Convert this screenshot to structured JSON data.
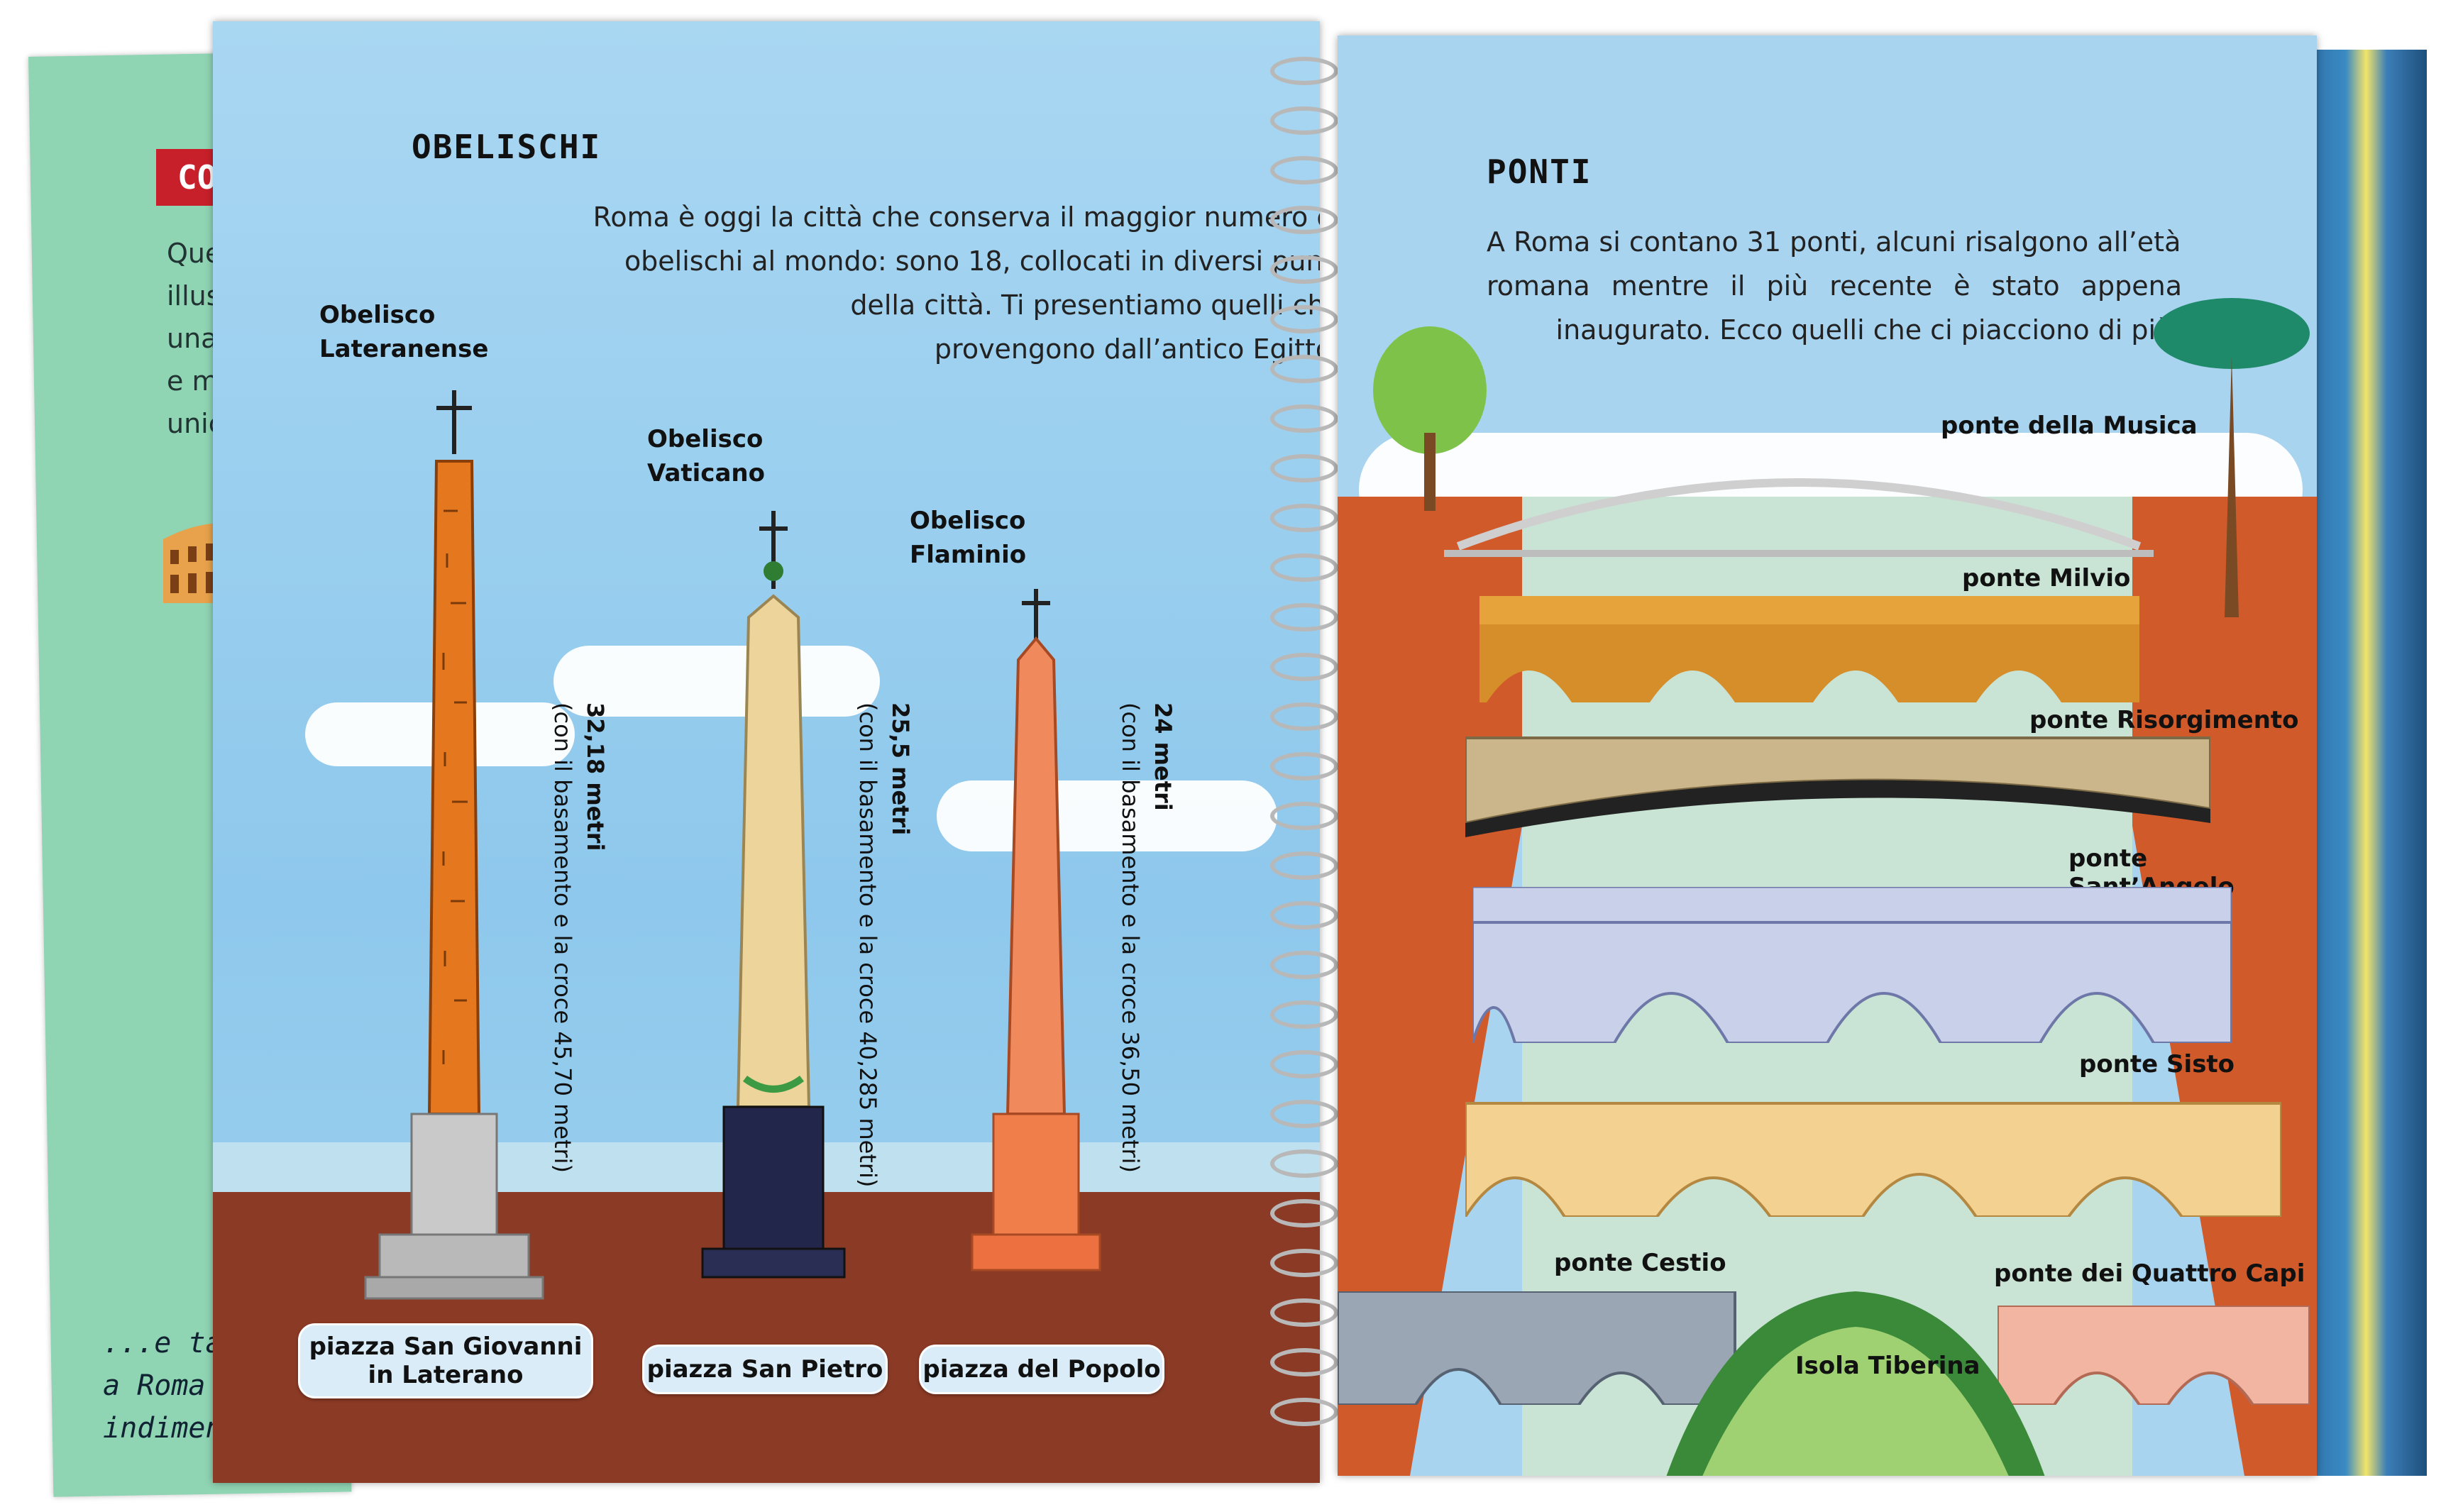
{
  "back_page": {
    "banner": "COSA",
    "lines": [
      "Questa",
      "illustrat",
      "una racc",
      "e monum",
      "unica al"
    ],
    "bottom_lines": [
      "...e tant",
      "a Roma",
      "indimen"
    ]
  },
  "left_page": {
    "title": "OBELISCHI",
    "intro_lines": [
      "Roma è oggi la città che conserva il maggior numero di",
      "obelischi al mondo: sono 18, collocati in diversi punti",
      "della città. Ti presentiamo quelli che",
      "provengono dall’antico Egitto:"
    ],
    "obelisks": [
      {
        "name_lines": [
          "Obelisco",
          "Lateranense"
        ],
        "height_main": "32,18 metri",
        "height_detail": "(con il basamento e la croce 45,70 metri)",
        "location_lines": [
          "piazza San Giovanni",
          "in Laterano"
        ],
        "color": "#e5781f"
      },
      {
        "name_lines": [
          "Obelisco",
          "Vaticano"
        ],
        "height_main": "25,5 metri",
        "height_detail": "(con il basamento e la croce 40,285 metri)",
        "location_lines": [
          "piazza San Pietro"
        ],
        "color": "#ecd49a"
      },
      {
        "name_lines": [
          "Obelisco",
          "Flaminio"
        ],
        "height_main": "24 metri",
        "height_detail": "(con il basamento e la croce 36,50 metri)",
        "location_lines": [
          "piazza del Popolo"
        ],
        "color": "#f08a5d"
      }
    ]
  },
  "right_page": {
    "title": "PONTI",
    "intro_lines": [
      "A Roma si contano 31 ponti, alcuni risalgono all’età",
      "romana mentre il più recente è stato appena",
      "inaugurato. Ecco quelli che ci piacciono di più:"
    ],
    "bridges": [
      {
        "label": "ponte della Musica",
        "color": "#d4d4d4"
      },
      {
        "label": "ponte Milvio",
        "color": "#e6a33c"
      },
      {
        "label": "ponte Risorgimento",
        "color": "#cbb58a"
      },
      {
        "label": "ponte Sant’Angelo",
        "color": "#c9d0ea"
      },
      {
        "label": "ponte Sisto",
        "color": "#f3d191"
      },
      {
        "label": "ponte Cestio",
        "color": "#9aa6b4"
      },
      {
        "label": "ponte dei Quattro Capi",
        "color": "#f2b5a2"
      }
    ],
    "island_label": "Isola Tiberina"
  },
  "colors": {
    "sky": "#9fd0ee",
    "ground": "#8b3a25",
    "river": "#c9e3d5",
    "bank": "#d15a2a",
    "banner_red": "#c8202a",
    "back_green": "#8fd4b3"
  }
}
